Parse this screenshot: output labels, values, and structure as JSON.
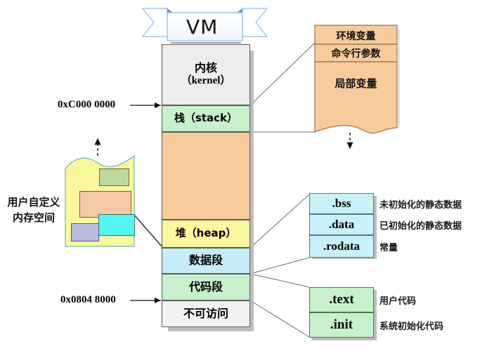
{
  "title": "VM",
  "banner": {
    "label": "VM"
  },
  "addresses": [
    {
      "name": "kernel-stack-boundary",
      "text": "0xC000 0000"
    },
    {
      "name": "text-segment-start",
      "text": "0x0804 8000"
    }
  ],
  "vm_column": {
    "name": "virtual-memory-layout",
    "bands": [
      {
        "key": "kernel",
        "line1": "内核",
        "line2": "（kernel）",
        "color": "#ededed"
      },
      {
        "key": "stack",
        "line1": "栈（stack）",
        "line2": "",
        "color": "#c8f0cd"
      },
      {
        "key": "gap",
        "line1": "",
        "line2": "",
        "color": "#f8cb9c"
      },
      {
        "key": "heap",
        "line1": "堆（heap）",
        "line2": "",
        "color": "#faf79e"
      },
      {
        "key": "data",
        "line1": "数据段",
        "line2": "",
        "color": "#c8ecf7"
      },
      {
        "key": "code",
        "line1": "代码段",
        "line2": "",
        "color": "#c8f0cd"
      },
      {
        "key": "noaccess",
        "line1": "不可访问",
        "line2": "",
        "color": "#f2f2f2"
      }
    ]
  },
  "stack_detail": {
    "name": "stack-detail",
    "rows": [
      {
        "label": "环境变量"
      },
      {
        "label": "命令行参数"
      },
      {
        "label": "局部变量"
      }
    ],
    "color": "#f8cb9c"
  },
  "data_detail": {
    "name": "data-segment-detail",
    "color": "#c8f0f7",
    "rows": [
      {
        "section": ".bss",
        "desc": "未初始化的静态数据"
      },
      {
        "section": ".data",
        "desc": "已初始化的静态数据"
      },
      {
        "section": ".rodata",
        "desc": "常量"
      }
    ]
  },
  "code_detail": {
    "name": "code-segment-detail",
    "color": "#c8f0cd",
    "rows": [
      {
        "section": ".text",
        "desc": "用户代码"
      },
      {
        "section": ".init",
        "desc": "系统初始化代码"
      }
    ]
  },
  "heap_detail": {
    "name": "user-defined-memory-space",
    "label_line1": "用户自定义",
    "label_line2": "内存空间",
    "color": "#faf79e",
    "blocks": [
      {
        "name": "alloc-block-1",
        "color": "#bcd9a0"
      },
      {
        "name": "alloc-block-2",
        "color": "#f5c9a6"
      },
      {
        "name": "alloc-block-3",
        "color": "#55f5ef"
      },
      {
        "name": "alloc-block-4",
        "color": "#b8bee0"
      }
    ]
  },
  "colors": {
    "kernel": "#ededed",
    "stack": "#c8f0cd",
    "gap": "#f8cb9c",
    "heap": "#faf79e",
    "data": "#c8ecf7",
    "code": "#c8f0cd",
    "noaccess": "#f2f2f2",
    "shadow": "#bdbdbd",
    "connector": "#6b6b6b",
    "ribbon_stroke": "#7aaede"
  }
}
